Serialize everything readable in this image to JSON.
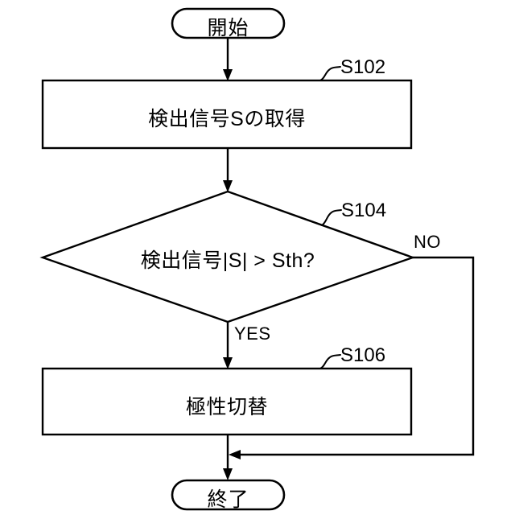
{
  "diagram": {
    "type": "flowchart",
    "title": "",
    "language": "ja",
    "background_color": "#ffffff",
    "line_color": "#000000"
  },
  "nodes": {
    "start": {
      "shape": "terminator",
      "label": "開始"
    },
    "step1": {
      "shape": "process",
      "label": "検出信号Sの取得",
      "step_id": "S102"
    },
    "decision": {
      "shape": "decision",
      "label": "検出信号|S| > Sth?",
      "step_id": "S104"
    },
    "step2": {
      "shape": "process",
      "label": "極性切替",
      "step_id": "S106"
    },
    "end": {
      "shape": "terminator",
      "label": "終了"
    }
  },
  "branches": {
    "yes": "YES",
    "no": "NO"
  }
}
